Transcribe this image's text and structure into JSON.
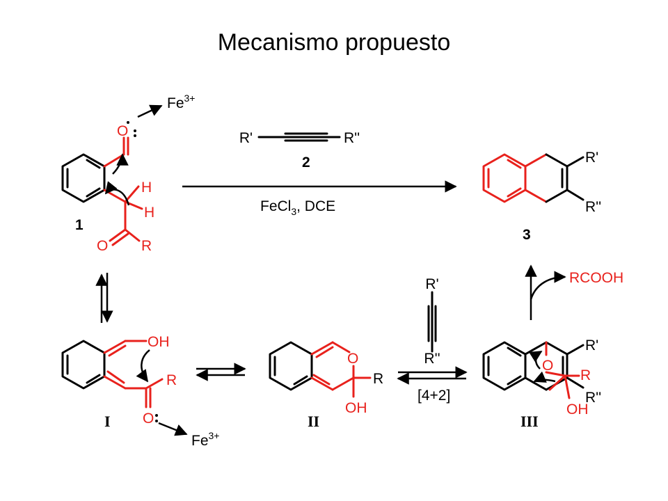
{
  "title": "Mecanismo propuesto",
  "labels": {
    "fe3": "Fe",
    "fe3_sup": "3+",
    "alkyne_left": "R'",
    "alkyne_right": "R''",
    "compound2": "2",
    "compound1": "1",
    "compound3": "3",
    "reagent_main": "FeCl",
    "reagent_sub": "3",
    "reagent_rest": ", DCE",
    "H": "H",
    "O": "O",
    "R": "R",
    "OH": "OH",
    "R_prime": "R'",
    "R_dprime": "R''",
    "rcooh": "RCOOH",
    "cyclo": "[4+2]",
    "int_I": "I",
    "int_II": "II",
    "int_III": "III"
  },
  "colors": {
    "red": "#e8211c",
    "black": "#000000"
  }
}
